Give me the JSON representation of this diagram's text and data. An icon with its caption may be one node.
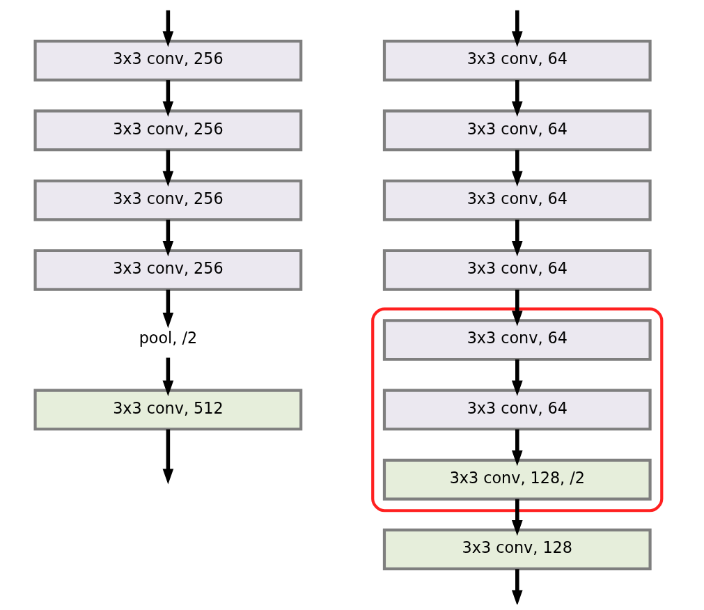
{
  "diagram": {
    "nodes": [
      {
        "text": [
          "3x3 conv, 256"
        ]
      },
      {
        "text": [
          "3x3 conv, 256"
        ]
      },
      {
        "text": [
          "3x3 conv, 256"
        ]
      },
      {
        "text": [
          "3x3 conv, 256"
        ]
      },
      {
        "text": [
          "pool, /2"
        ]
      },
      {
        "text": [
          "3x3 conv, 512"
        ]
      },
      {
        "text": [
          "3x3 conv, 64"
        ]
      },
      {
        "text": [
          "3x3 conv, 64"
        ]
      },
      {
        "text": [
          "3x3 conv, 64"
        ]
      },
      {
        "text": [
          "3x3 conv, 64"
        ]
      },
      {
        "text": [],
        "shape": "box"
      },
      {
        "text": [
          "3x3 conv, 64"
        ],
        "in": 10
      },
      {
        "text": [
          "3x3 conv, 64"
        ],
        "in": 10
      },
      {
        "text": [
          "3x3 conv, 128, /2"
        ],
        "in": 10
      },
      {
        "text": [
          "3x3 conv, 128"
        ]
      }
    ],
    "edges": [
      {
        "from": null,
        "to": 0,
        "arrow": "to"
      },
      {
        "from": 0,
        "to": 1,
        "arrow": "to"
      },
      {
        "from": 1,
        "to": 2,
        "arrow": "to"
      },
      {
        "from": 2,
        "to": 3,
        "arrow": "to"
      },
      {
        "from": 3,
        "to": 4,
        "arrow": "to"
      },
      {
        "from": 4,
        "to": 5,
        "arrow": "to"
      },
      {
        "from": 5,
        "to": null,
        "arrow": "to"
      },
      {
        "from": null,
        "to": 6,
        "arrow": "to"
      },
      {
        "from": 6,
        "to": 7,
        "arrow": "to"
      },
      {
        "from": 7,
        "to": 8,
        "arrow": "to"
      },
      {
        "from": 8,
        "to": 9,
        "arrow": "to"
      },
      {
        "from": 9,
        "to": 11,
        "arrow": "to"
      },
      {
        "from": 11,
        "to": 12,
        "arrow": "to"
      },
      {
        "from": 12,
        "to": 13,
        "arrow": "to"
      },
      {
        "from": 13,
        "to": 14,
        "arrow": "to"
      },
      {
        "from": 14,
        "to": null,
        "arrow": "to"
      }
    ]
  }
}
